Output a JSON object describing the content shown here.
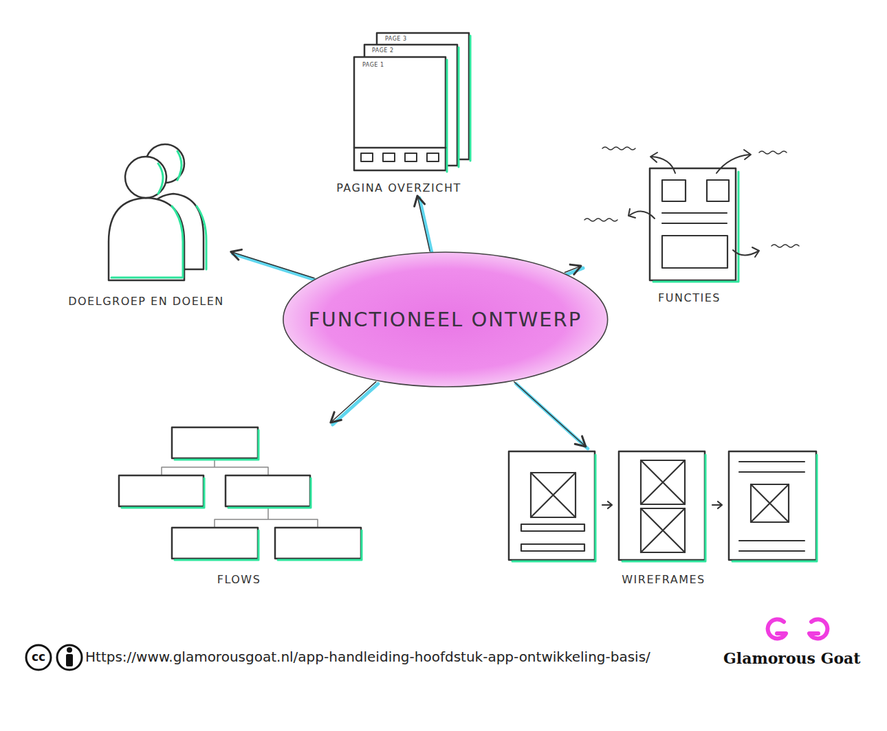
{
  "diagram": {
    "nodes": [
      {
        "text": [
          "PAGINA OVERZICHT"
        ]
      },
      {
        "text": [
          "DOELGROEP EN DOELEN"
        ]
      },
      {
        "text": [
          "FUNCTIES"
        ]
      },
      {
        "text": [
          "FUNCTIONEEL ONTWERP"
        ]
      },
      {
        "text": [
          "FLOWS"
        ]
      },
      {
        "text": [
          "WIREFRAMES"
        ]
      }
    ],
    "edges": [
      {
        "from": 3,
        "to": 0,
        "arrow": "to"
      },
      {
        "from": 3,
        "to": 1,
        "arrow": "to"
      },
      {
        "from": 3,
        "to": 2,
        "arrow": "to"
      },
      {
        "from": 3,
        "to": 4,
        "arrow": "to"
      },
      {
        "from": 3,
        "to": 5,
        "arrow": "to"
      }
    ],
    "labels": [
      "PAGE 3",
      "PAGE 2",
      "PAGE 1",
      "cc",
      "Https://www.glamorousgoat.nl/app-handleiding-hoofdstuk-app-ontwikkeling-basis/",
      "Glamorous Goat"
    ]
  }
}
